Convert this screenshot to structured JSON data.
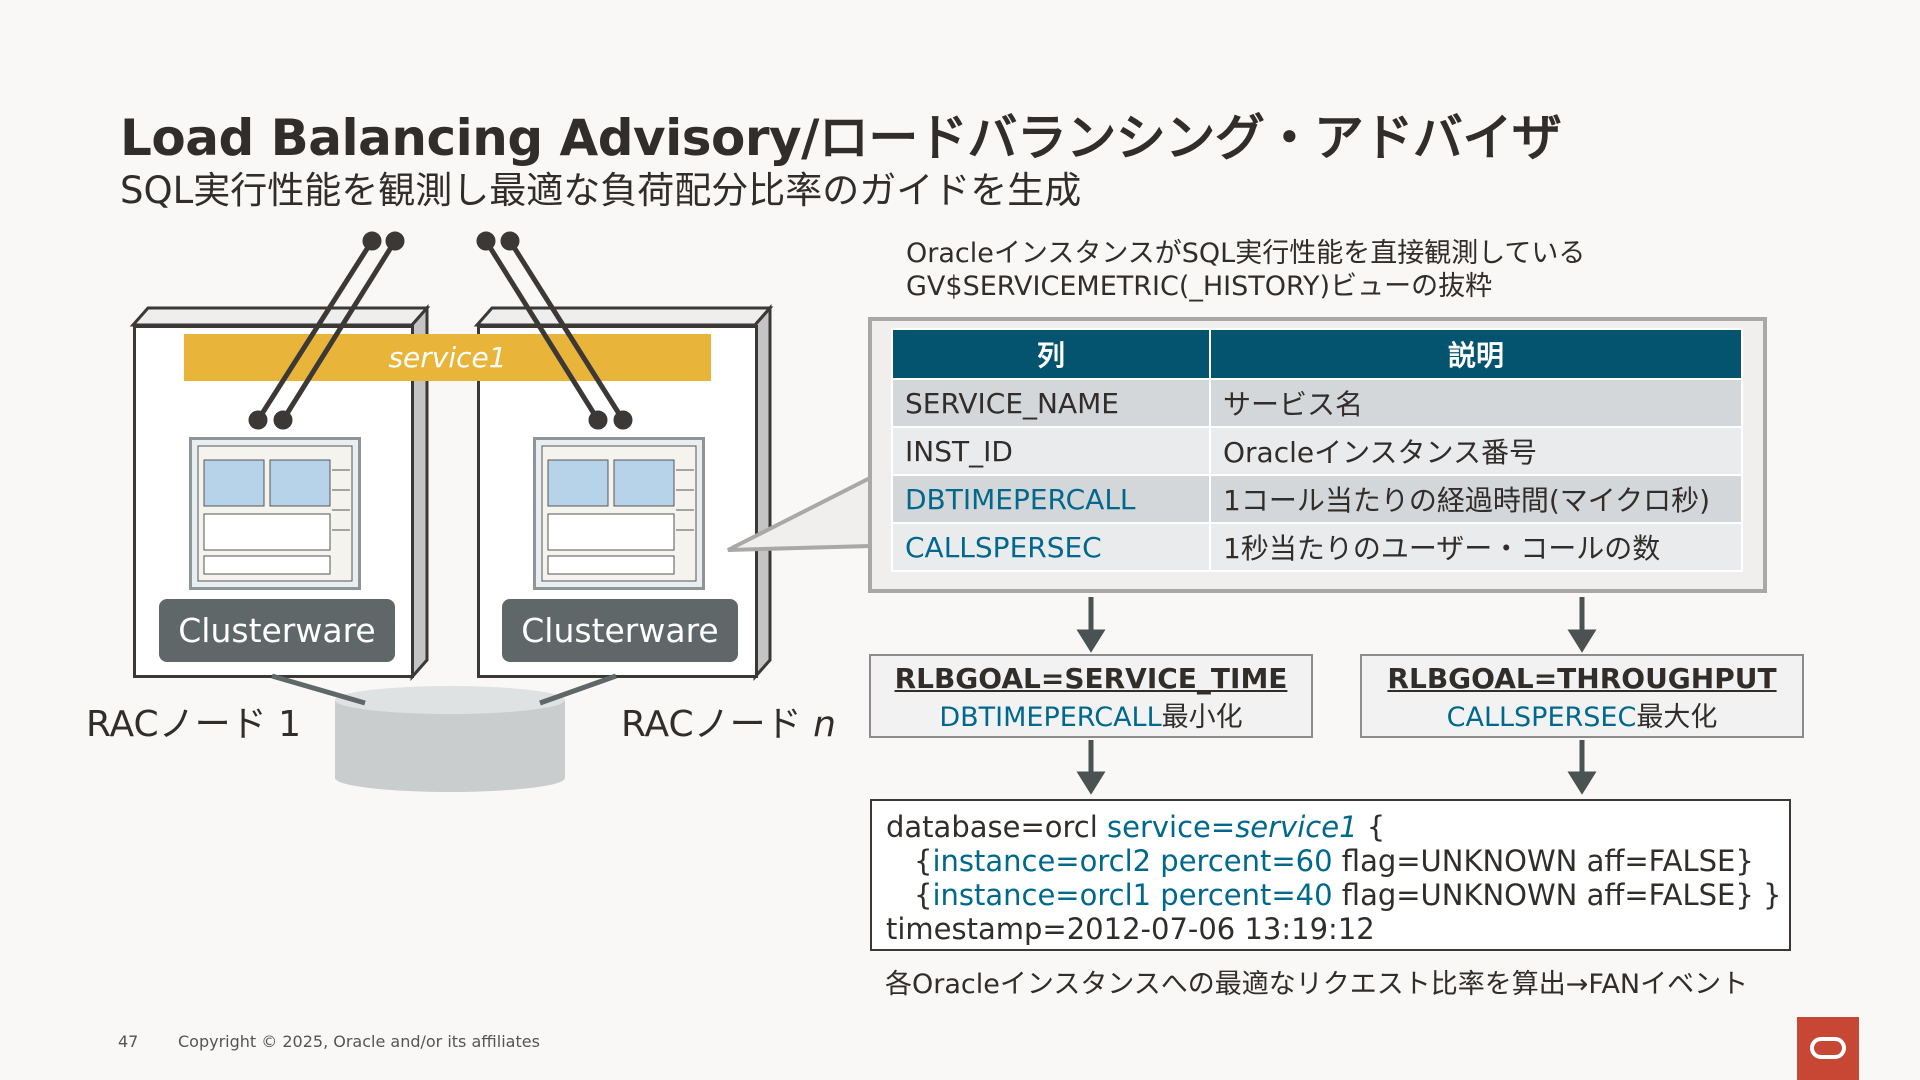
{
  "slide": {
    "title": "Load Balancing Advisory/ロードバランシング・アドバイザ",
    "subtitle": "SQL実行性能を観測し最適な負荷配分比率のガイドを生成",
    "page_number": "47",
    "copyright": "Copyright © 2025, Oracle and/or its affiliates"
  },
  "diagram": {
    "service_label": "service1",
    "clusterware_label": "Clusterware",
    "node1_label": "RACノード 1",
    "node_n_prefix": "RACノード ",
    "node_n_suffix": "n"
  },
  "caption": {
    "line1": "OracleインスタンスがSQL実行性能を直接観測している",
    "line2": "GV$SERVICEMETRIC(_HISTORY)ビューの抜粋"
  },
  "table": {
    "headers": [
      "列",
      "説明"
    ],
    "rows": [
      [
        "SERVICE_NAME",
        "サービス名"
      ],
      [
        "INST_ID",
        "Oracleインスタンス番号"
      ],
      [
        "DBTIMEPERCALL",
        "1コール当たりの経過時間(マイクロ秒)"
      ],
      [
        "CALLSPERSEC",
        "1秒当たりのユーザー・コールの数"
      ]
    ]
  },
  "goals": {
    "left_title": "RLBGOAL=SERVICE_TIME",
    "left_metric": "DBTIMEPERCALL",
    "left_suffix": "最小化",
    "right_title": "RLBGOAL=THROUGHPUT",
    "right_metric": "CALLSPERSEC",
    "right_suffix": "最大化"
  },
  "code": {
    "l1_a": "database=orcl ",
    "l1_b": "service=",
    "l1_c": "service1",
    "l1_d": " {",
    "l2_a": "{",
    "l2_b": "instance=orcl2 percent=60",
    "l2_c": " flag=UNKNOWN aff=FALSE}",
    "l3_a": "{",
    "l3_b": "instance=orcl1 percent=40",
    "l3_c": " flag=UNKNOWN aff=FALSE} }",
    "l4": "timestamp=2012-07-06 13:19:12"
  },
  "bottom_note": "各Oracleインスタンスへの最適なリクエスト比率を算出→FANイベント",
  "colors": {
    "accent_yellow": "#e8b53a",
    "header_teal": "#04536f",
    "text_teal": "#00688c",
    "oracle_red": "#c74634"
  }
}
